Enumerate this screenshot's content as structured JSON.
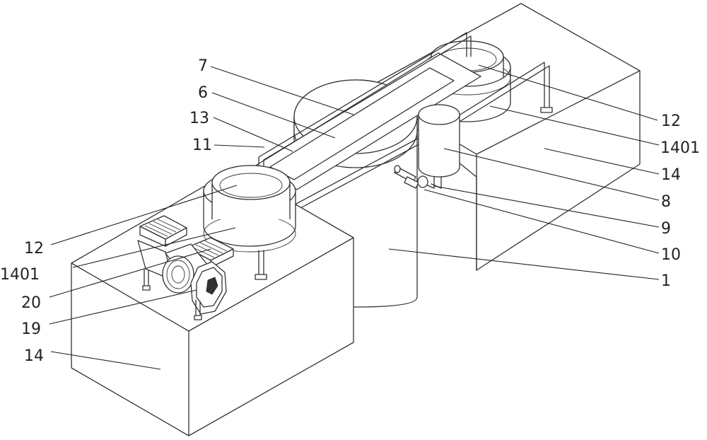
{
  "diagram": {
    "callouts": {
      "c7": "7",
      "c6": "6",
      "c13": "13",
      "c11": "11",
      "c12_left": "12",
      "c1401_left": "1401",
      "c20": "20",
      "c19": "19",
      "c14_left": "14",
      "c12_right": "12",
      "c1401_right": "1401",
      "c14_right": "14",
      "c8": "8",
      "c9": "9",
      "c10": "10",
      "c1": "1"
    }
  },
  "colors": {
    "line": "#333333",
    "background": "#ffffff"
  }
}
